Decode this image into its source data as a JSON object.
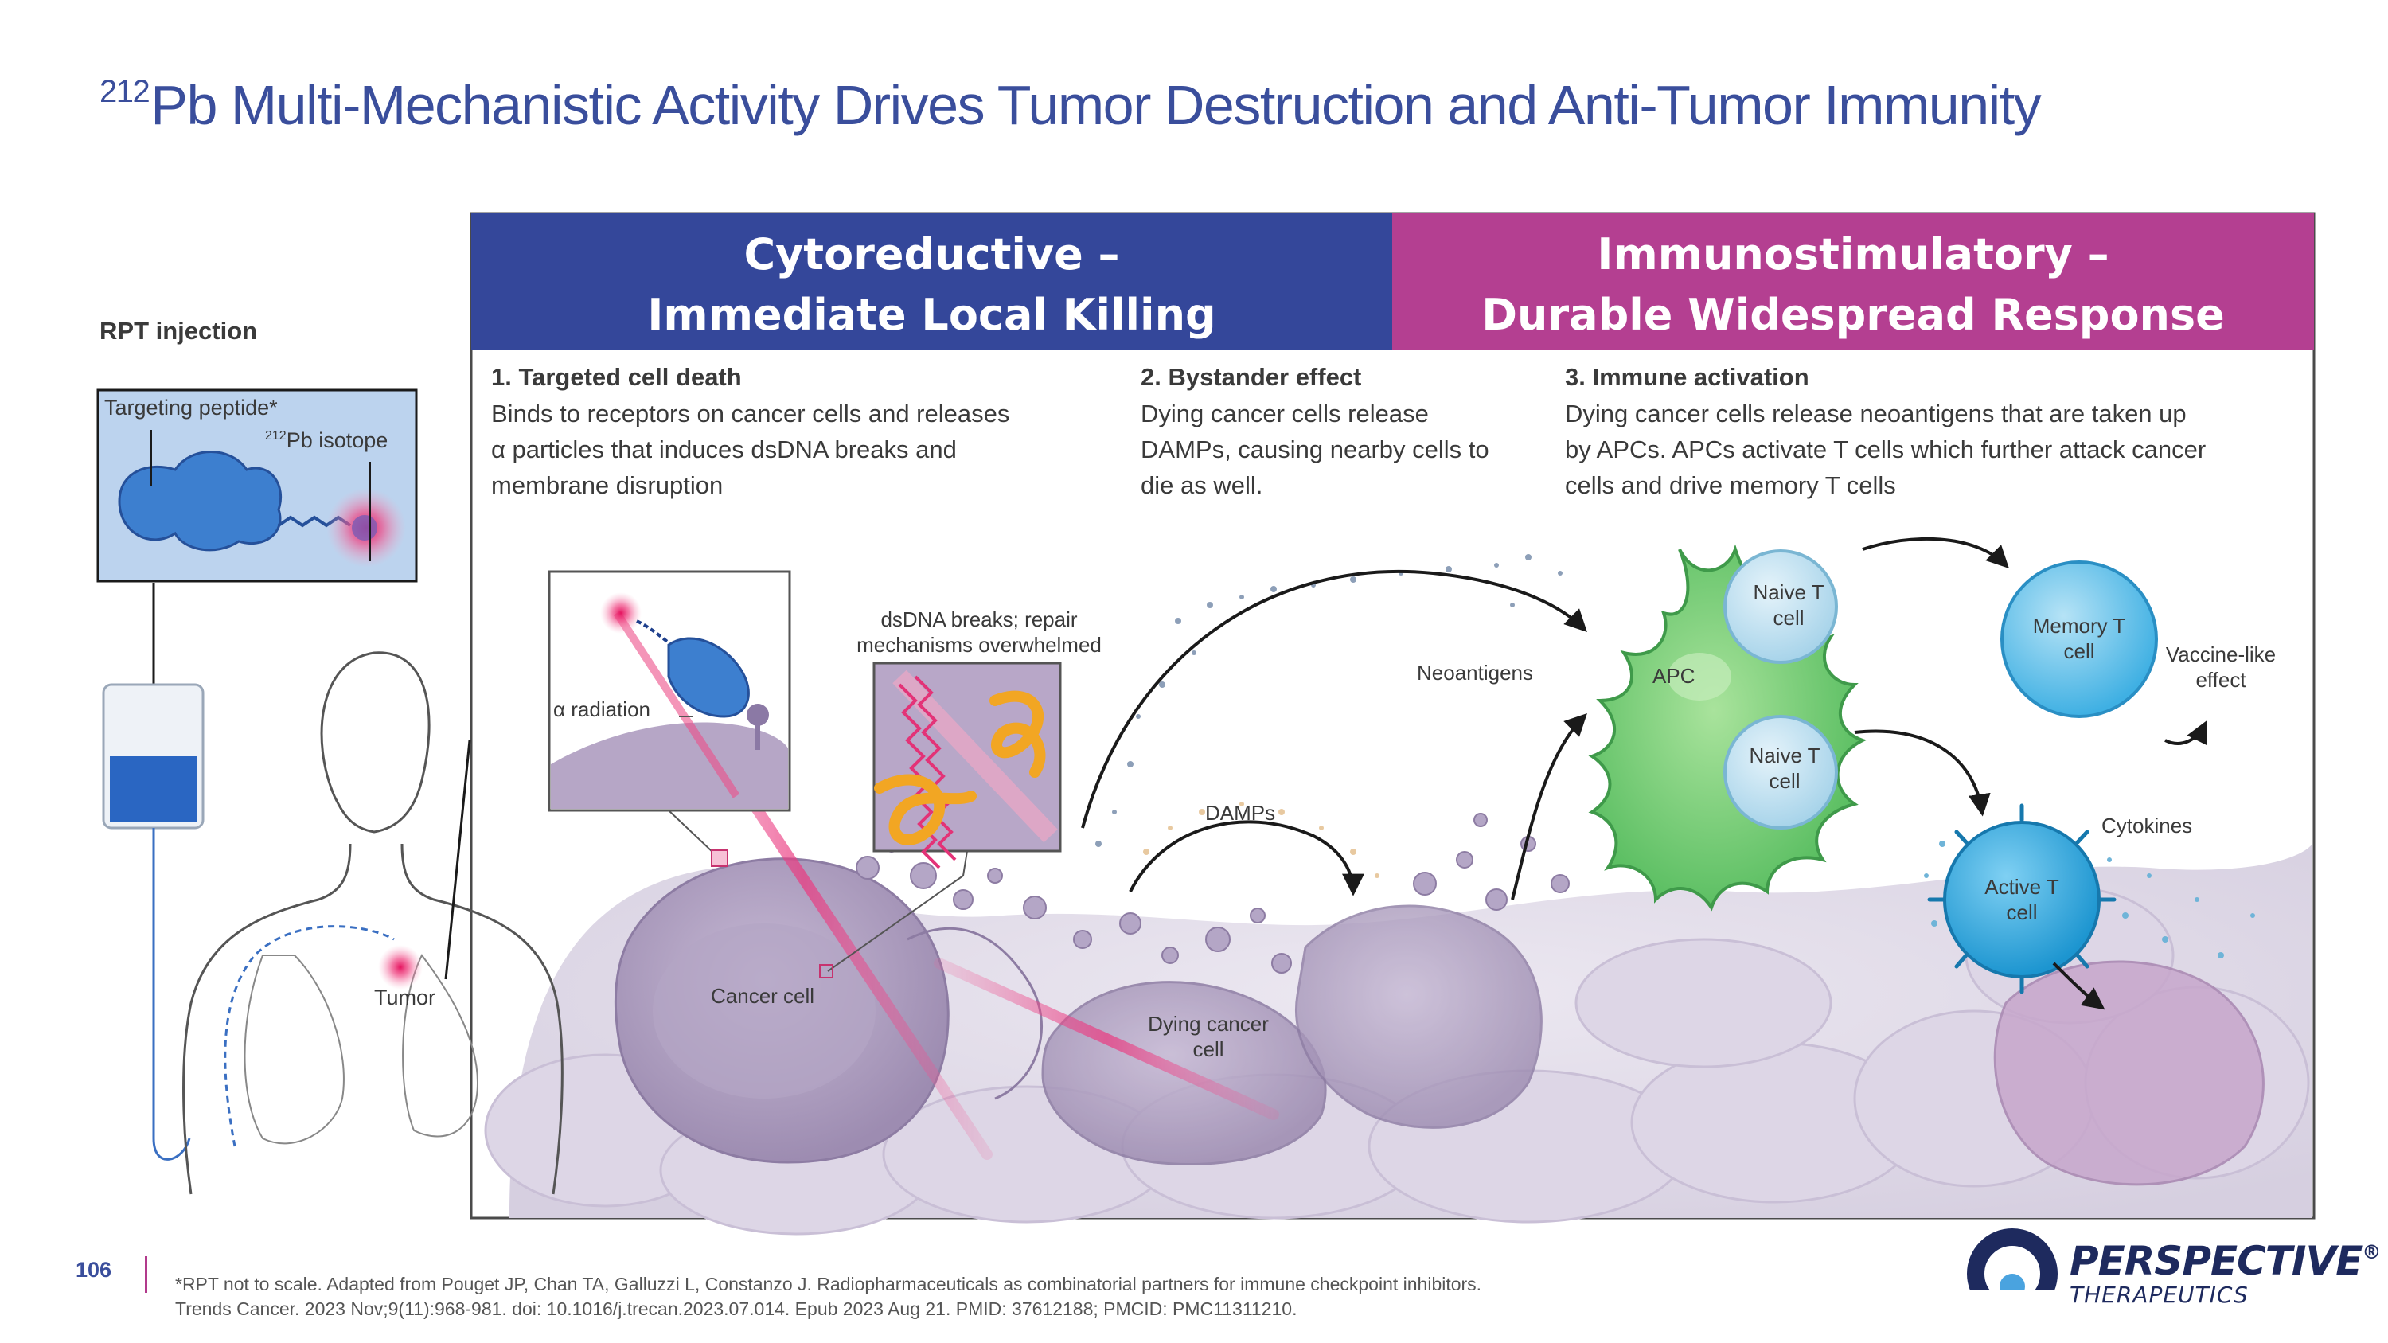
{
  "title": {
    "sup": "212",
    "text": "Pb Multi-Mechanistic Activity Drives Tumor Destruction and Anti-Tumor Immunity"
  },
  "rpt": {
    "heading": "RPT injection",
    "targeting_peptide": "Targeting peptide*",
    "isotope_sup": "212",
    "isotope_text": "Pb isotope",
    "tumor": "Tumor"
  },
  "headers": {
    "cyto_line1": "Cytoreductive –",
    "cyto_line2": "Immediate Local Killing",
    "immuno_line1": "Immunostimulatory –",
    "immuno_line2": "Durable Widespread Response"
  },
  "steps": [
    {
      "title": "1. Targeted cell death",
      "body": "Binds to receptors on cancer cells and releases α particles that induces dsDNA breaks and membrane disruption"
    },
    {
      "title": "2. Bystander effect",
      "body": "Dying cancer cells release DAMPs, causing nearby cells to die as well."
    },
    {
      "title": "3. Immune activation",
      "body": "Dying cancer cells release neoantigens that are taken up by APCs. APCs activate T cells which further attack cancer cells and drive memory T cells"
    }
  ],
  "labels": {
    "alpha_radiation": "α radiation",
    "dsdna_1": "dsDNA breaks; repair",
    "dsdna_2": "mechanisms overwhelmed",
    "cancer_cell": "Cancer cell",
    "dying_1": "Dying cancer",
    "dying_2": "cell",
    "damps": "DAMPs",
    "neoantigens": "Neoantigens",
    "apc": "APC",
    "naive_1": "Naive T",
    "naive_2": "cell",
    "memory_1": "Memory T",
    "memory_2": "cell",
    "vaccine_1": "Vaccine-like",
    "vaccine_2": "effect",
    "cytokines": "Cytokines",
    "active_1": "Active T",
    "active_2": "cell"
  },
  "footer": {
    "page": "106",
    "line1": "*RPT not to scale. Adapted from Pouget JP, Chan TA, Galluzzi L, Constanzo J. Radiopharmaceuticals as combinatorial partners for immune checkpoint inhibitors.",
    "line2": "Trends Cancer. 2023 Nov;9(11):968-981. doi: 10.1016/j.trecan.2023.07.014. Epub 2023 Aug 21. PMID: 37612188; PMCID: PMC11311210."
  },
  "logo": {
    "word": "PERSPECTIVE",
    "sub": "THERAPEUTICS",
    "mark": "®"
  },
  "colors": {
    "title": "#3a4e9c",
    "cyto_header": "#34479a",
    "immuno_header": "#b43f91",
    "cancer_cell": "#a99abb",
    "apc": "#7ccf7a",
    "naive_t": "#bfe0f0",
    "memory_t": "#6cc3ea",
    "active_t": "#33a8dd",
    "alpha": "#e7337a"
  }
}
